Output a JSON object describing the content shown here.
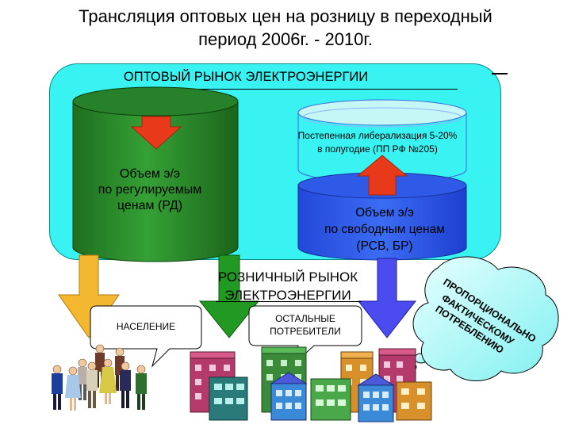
{
  "title": {
    "line1": "Трансляция оптовых цен на розницу в переходный",
    "line2": "период 2006г. - 2010г."
  },
  "wholesale_market": {
    "label": "ОПТОВЫЙ РЫНОК ЭЛЕКТРОЭНЕРГИИ"
  },
  "regulated_volume": {
    "line1": "Объем э/э",
    "line2": "по регулируемым",
    "line3": "ценам (РД)"
  },
  "liberalization": {
    "line1": "Постепенная либерализация 5-20%",
    "line2": "в полугодие (ПП РФ №205)"
  },
  "free_volume": {
    "line1": "Объем э/э",
    "line2": "по свободным ценам",
    "line3": "(РСВ, БР)"
  },
  "retail_market": {
    "line1": "РОЗНИЧНЫЙ РЫНОК",
    "line2": "ЭЛЕКТРОЭНЕРГИИ"
  },
  "population_callout": {
    "label": "НАСЕЛЕНИЕ"
  },
  "other_consumers_callout": {
    "line1": "ОСТАЛЬНЫЕ",
    "line2": "ПОТРЕБИТЕЛИ"
  },
  "proportional_cloud": {
    "line1": "ПРОПОРЦИОНАЛЬНО",
    "line2": "ФАКТИЧЕСКОМУ",
    "line3": "ПОТРЕБЛЕНИЮ"
  },
  "colors": {
    "wholesale_fill": "#39f3f3",
    "green_cylinder": "#2e8b2e",
    "blue_cylinder": "#2c55e8",
    "red_arrow": "#e83a1a",
    "orange_arrow": "#f4b830",
    "green_arrow": "#229922",
    "blue_arrow": "#4b4bf0"
  }
}
